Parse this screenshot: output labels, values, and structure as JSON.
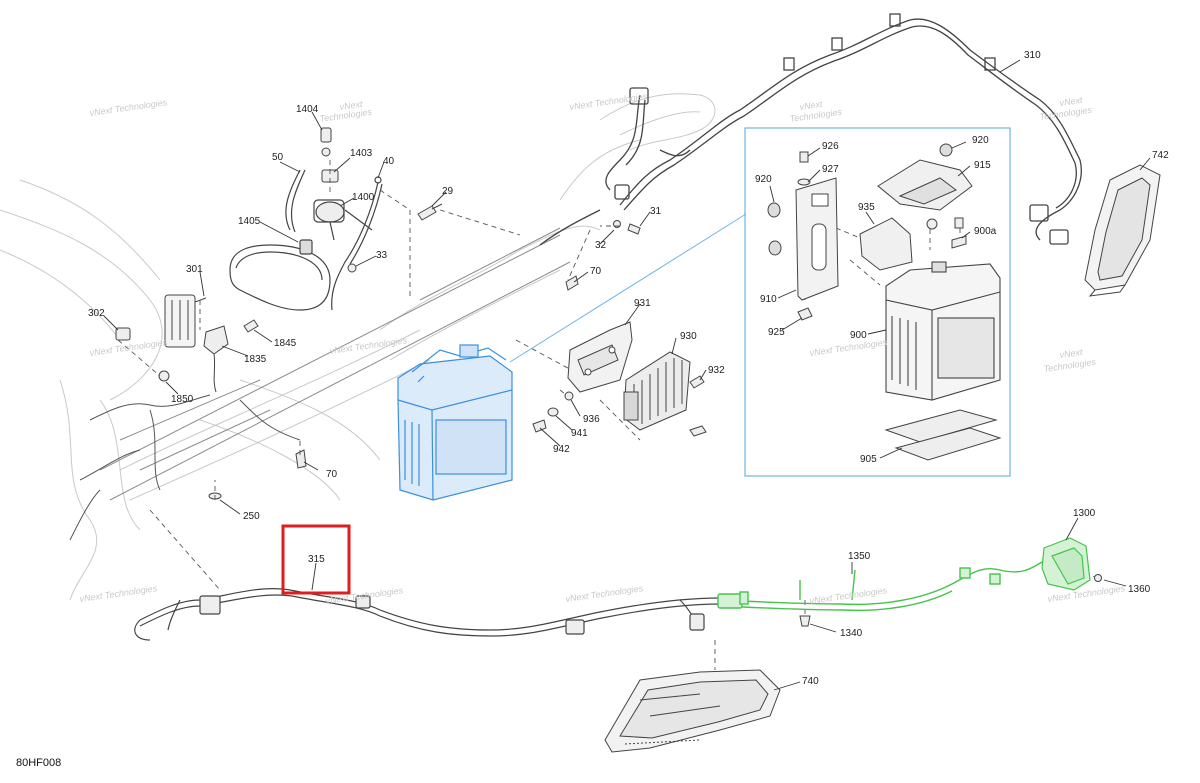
{
  "figure_code": "80HF008",
  "watermark": {
    "line1": "vNext",
    "line2": "Technologies",
    "line_single": "vNext Technologies"
  },
  "callouts": {
    "c1404": "1404",
    "c1403": "1403",
    "c50": "50",
    "c40": "40",
    "c1400": "1400",
    "c29": "29",
    "c1405": "1405",
    "c33": "33",
    "c31": "31",
    "c32": "32",
    "c70a": "70",
    "c301": "301",
    "c302": "302",
    "c1845": "1845",
    "c1835": "1835",
    "c1850": "1850",
    "c70b": "70",
    "c250": "250",
    "c315": "315",
    "c931": "931",
    "c930": "930",
    "c932": "932",
    "c936": "936",
    "c941": "941",
    "c942": "942",
    "c310": "310",
    "c742": "742",
    "c926": "926",
    "c927": "927",
    "c920a": "920",
    "c920b": "920",
    "c915": "915",
    "c935": "935",
    "c900a": "900a",
    "c910": "910",
    "c925": "925",
    "c900": "900",
    "c905": "905",
    "c1300": "1300",
    "c1350": "1350",
    "c1360": "1360",
    "c1340": "1340",
    "c740": "740"
  },
  "colors": {
    "line": "#444444",
    "faint": "#bdbdbd",
    "battery_highlight": "#3a8fe0",
    "battery_fill": "#dcebfa",
    "detail_box": "#6fb3e6",
    "green_harness": "#45c44a",
    "selection_box": "#e01e1e"
  },
  "selection": {
    "part": "315"
  }
}
